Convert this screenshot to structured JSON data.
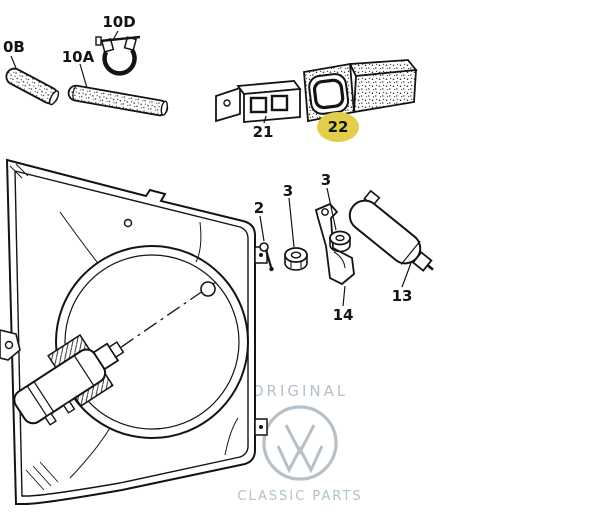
{
  "labels": {
    "part_10B": "0B",
    "part_10A": "10A",
    "part_10D": "10D",
    "part_21": "21",
    "part_22": "22",
    "part_2": "2",
    "part_3a": "3",
    "part_3b": "3",
    "part_13": "13",
    "part_14": "14"
  },
  "highlight": {
    "part": "22",
    "color": "#e2ce4a"
  },
  "watermark": {
    "line1": "ORIGINAL",
    "line2": "CLASSIC PARTS",
    "logo": "vw-roundel",
    "color": "#b6c0c8",
    "line2_color": "#aec3ce"
  },
  "colors": {
    "background": "#ffffff",
    "line": "#141414"
  }
}
